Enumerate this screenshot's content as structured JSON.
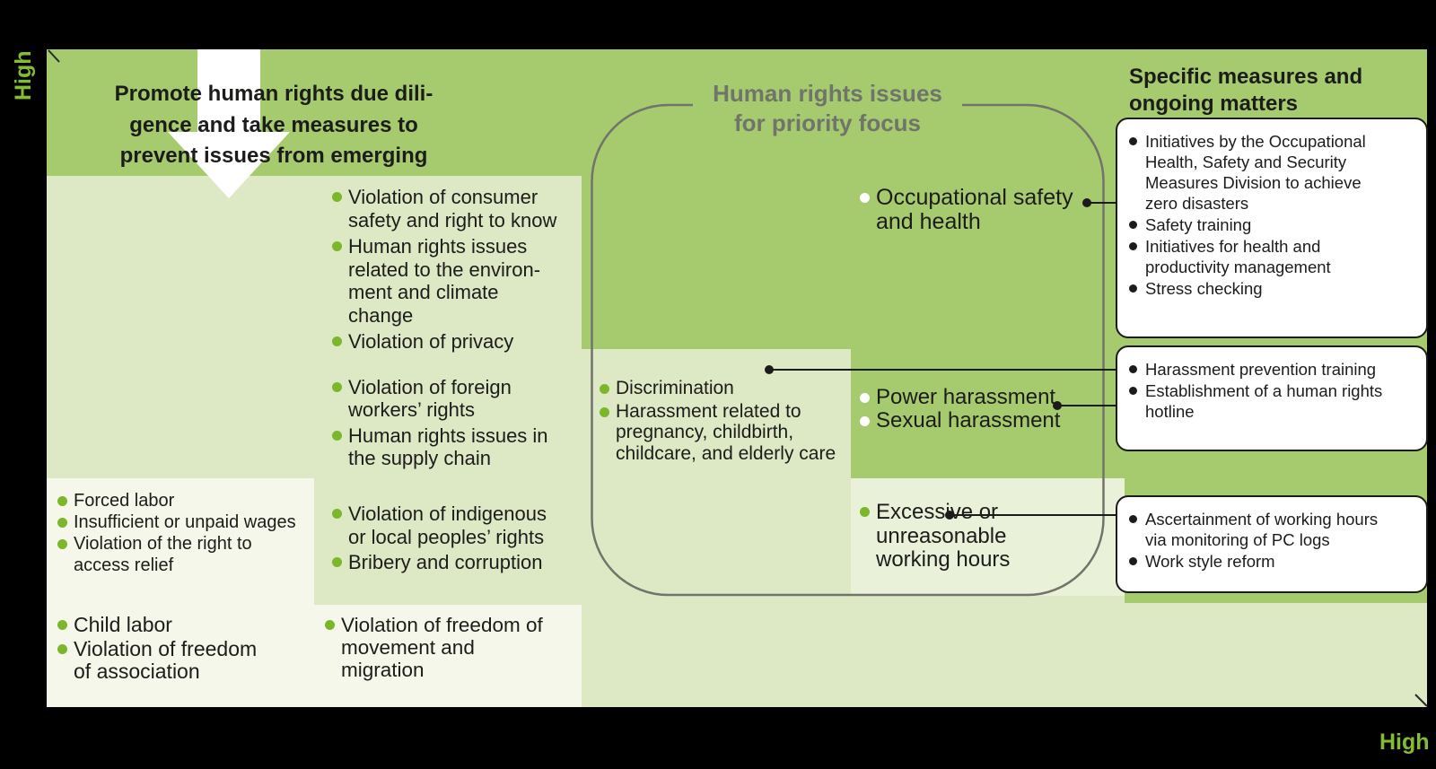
{
  "axis": {
    "severity_label": "High",
    "likelihood_label": "High"
  },
  "colors": {
    "zone_high": "#a6ca6e",
    "zone_mid": "#dde8c5",
    "zone_mid_light": "#eaf1d9",
    "zone_low": "#f4f7e9",
    "bullet_green": "#7cb62a",
    "axis_label_green": "#84bd31",
    "frame_gray": "#70746b"
  },
  "banner": {
    "title": "Promote human rights due dili-\ngence and take measures to\nprevent issues from emerging"
  },
  "priority_frame": {
    "title": "Human rights issues\nfor priority focus"
  },
  "issues": {
    "consumer": {
      "items": [
        "Violation of consumer\nsafety and right to know",
        "Human rights issues\nrelated to the environ-\nment and climate\nchange",
        "Violation of privacy"
      ]
    },
    "foreign": {
      "items": [
        "Violation of foreign\nworkers’ rights",
        "Human rights issues in\nthe supply chain"
      ]
    },
    "forced": {
      "items": [
        "Forced labor",
        "Insufficient or unpaid wages",
        "Violation of the right to\naccess relief"
      ]
    },
    "child": {
      "items": [
        "Child labor",
        "Violation of freedom\nof association"
      ]
    },
    "indigenous": {
      "items": [
        "Violation of indigenous\nor local peoples’ rights",
        "Bribery and corruption"
      ]
    },
    "movement": {
      "items": [
        "Violation of freedom of\nmovement and\nmigration"
      ]
    },
    "discrimination": {
      "items": [
        "Discrimination",
        "Harassment related to\npregnancy, childbirth,\nchildcare, and elderly care"
      ]
    },
    "occupational": {
      "items": [
        "Occupational safety\nand health"
      ]
    },
    "power": {
      "items": [
        "Power harassment",
        "Sexual harassment"
      ]
    },
    "excessive": {
      "items": [
        "Excessive or\nunreasonable\nworking hours"
      ]
    }
  },
  "measures_panel": {
    "title": "Specific measures and\nongoing matters",
    "boxes": [
      {
        "items": [
          "Initiatives by the Occupational\nHealth, Safety and Security\nMeasures Division to achieve\nzero disasters",
          "Safety training",
          "Initiatives for health and\nproductivity management",
          "Stress checking"
        ]
      },
      {
        "items": [
          "Harassment prevention training",
          "Establishment of a human rights\nhotline"
        ]
      },
      {
        "items": [
          "Ascertainment of working hours\nvia monitoring of PC logs",
          "Work style reform"
        ]
      }
    ]
  }
}
